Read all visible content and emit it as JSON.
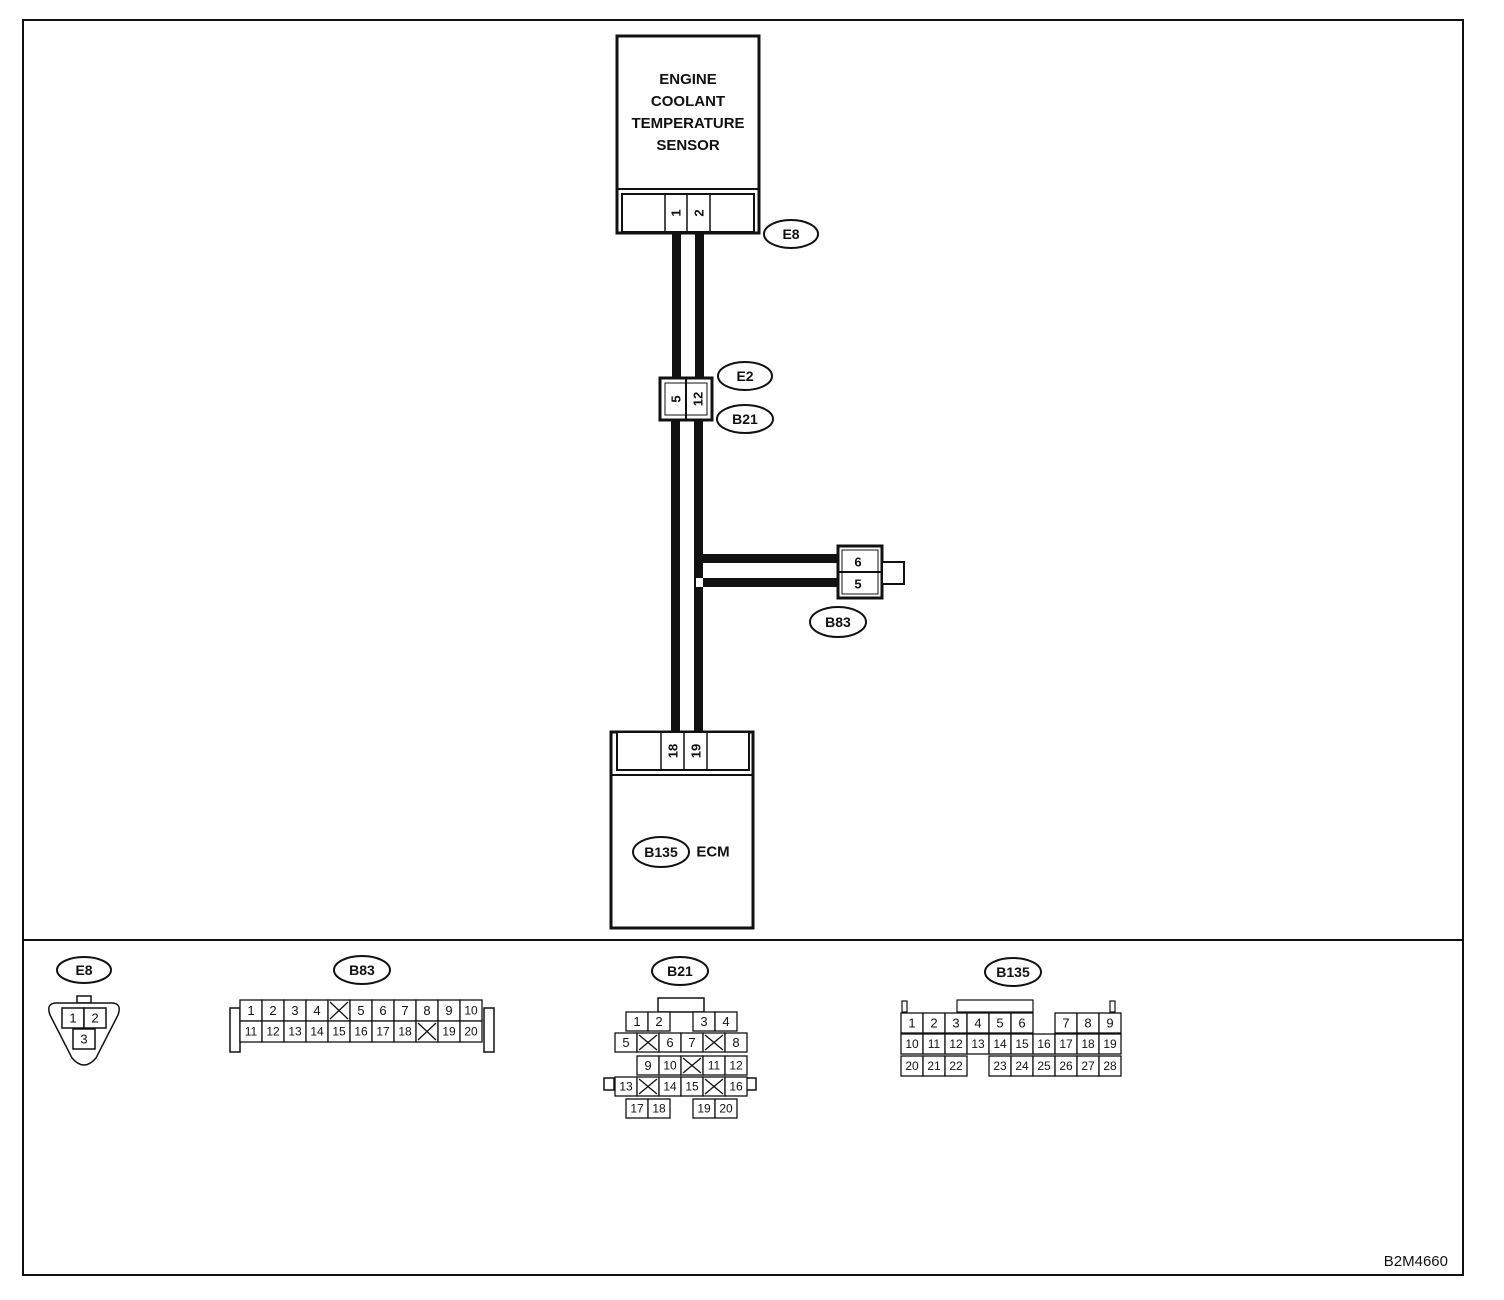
{
  "diagram_id": "B2M4660",
  "sensor": {
    "name_lines": [
      "ENGINE",
      "COOLANT",
      "TEMPERATURE",
      "SENSOR"
    ],
    "connector": "E8",
    "pins": [
      "1",
      "2"
    ]
  },
  "joint": {
    "connector_top": "E2",
    "connector_bottom": "B21",
    "pins": [
      "5",
      "12"
    ]
  },
  "branch": {
    "connector": "B83",
    "pins": [
      "6",
      "5"
    ]
  },
  "ecm": {
    "connector": "B135",
    "name": "ECM",
    "pins": [
      "18",
      "19"
    ]
  },
  "connector_views": {
    "e8": {
      "label": "E8",
      "rows": [
        [
          "1",
          "2"
        ],
        [
          "3"
        ]
      ]
    },
    "b83": {
      "label": "B83",
      "rows": [
        [
          "1",
          "2",
          "3",
          "4",
          "",
          "5",
          "6",
          "7",
          "8",
          "9",
          "10"
        ],
        [
          "11",
          "12",
          "13",
          "14",
          "15",
          "16",
          "17",
          "18",
          "",
          "19",
          "20"
        ]
      ]
    },
    "b21": {
      "label": "B21",
      "rows": [
        [
          "1",
          "2",
          "3",
          "4"
        ],
        [
          "5",
          "",
          "6",
          "7",
          "",
          "8"
        ],
        [
          "9",
          "10",
          "",
          "11",
          "12"
        ],
        [
          "13",
          "",
          "14",
          "15",
          "",
          "16"
        ],
        [
          "17",
          "18",
          "19",
          "20"
        ]
      ]
    },
    "b135": {
      "label": "B135",
      "rows": [
        [
          "1",
          "2",
          "3",
          "4",
          "5",
          "6",
          "7",
          "8",
          "9"
        ],
        [
          "10",
          "11",
          "12",
          "13",
          "14",
          "15",
          "16",
          "17",
          "18",
          "19"
        ],
        [
          "20",
          "21",
          "22",
          "23",
          "24",
          "25",
          "26",
          "27",
          "28"
        ]
      ]
    }
  }
}
